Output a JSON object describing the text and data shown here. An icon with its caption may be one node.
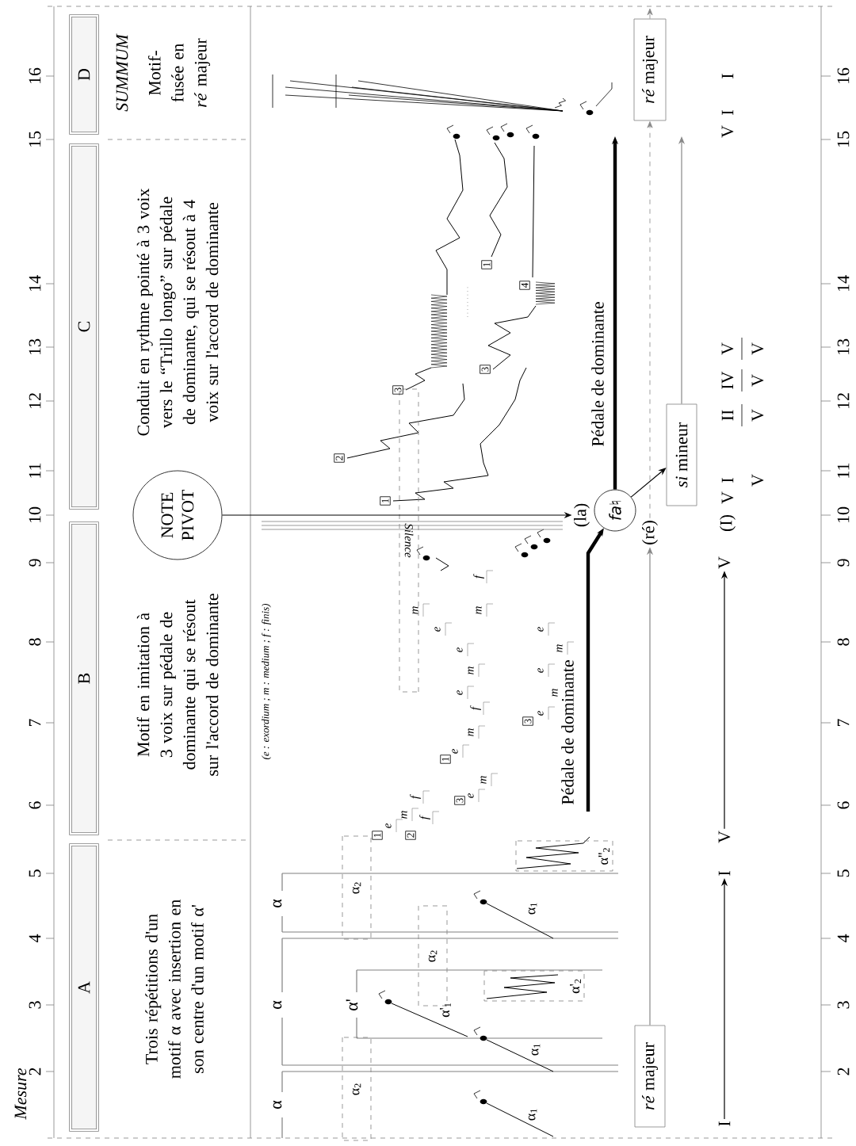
{
  "diagram": {
    "nodes": [
      {
        "text": [
          "A"
        ]
      },
      {
        "text": [
          "B"
        ]
      },
      {
        "text": [
          "C"
        ]
      },
      {
        "text": [
          "D"
        ]
      },
      {
        "text": [
          "NOTE PIVOT"
        ]
      },
      {
        "text": [
          "α$_{2}$"
        ]
      },
      {
        "text": [
          "α$_{2}$"
        ]
      },
      {
        "text": [
          "α'$_{2}$"
        ]
      },
      {
        "text": [
          "α$_{2}$"
        ]
      },
      {
        "text": [
          "α''$_{2}$"
        ]
      },
      {
        "text": [
          "1"
        ]
      },
      {
        "text": [
          "2"
        ]
      },
      {
        "text": [
          "3"
        ]
      },
      {
        "text": [
          "1"
        ]
      },
      {
        "text": [
          "3"
        ]
      },
      {
        "text": [
          "Silence"
        ]
      },
      {
        "text": [
          "1"
        ]
      },
      {
        "text": [
          "2"
        ]
      },
      {
        "text": [
          "3"
        ]
      },
      {
        "text": [
          "3"
        ]
      },
      {
        "text": [
          "1"
        ]
      },
      {
        "text": [
          "4"
        ]
      },
      {
        "text": [
          "(la)"
        ]
      },
      {
        "text": [
          "*fa*♮"
        ]
      },
      {
        "text": [
          "(ré)"
        ]
      },
      {
        "text": [
          "*ré* majeur"
        ]
      },
      {
        "text": [
          "*si* mineur"
        ]
      },
      {
        "text": [
          "*ré* majeur"
        ]
      },
      {
        "text": [
          "I"
        ]
      },
      {
        "text": [
          "I"
        ]
      },
      {
        "text": [
          "V"
        ]
      },
      {
        "text": [
          "V"
        ]
      }
    ],
    "edges": [
      {
        "from": 4,
        "to": 22,
        "arrow": "to"
      },
      {
        "from": null,
        "to": 23,
        "arrow": "to",
        "style": "thick",
        "label": "Pédale de dominante"
      },
      {
        "from": 23,
        "to": null,
        "arrow": "to",
        "style": "thick",
        "label": "Pédale de dominante"
      },
      {
        "from": 25,
        "to": 24,
        "arrow": "to",
        "color": "#888888"
      },
      {
        "from": 24,
        "to": 27,
        "arrow": "to",
        "style": "dashed",
        "color": "#888888"
      },
      {
        "from": 23,
        "to": 26,
        "arrow": "to"
      },
      {
        "from": 26,
        "to": null,
        "arrow": "to",
        "color": "#888888"
      },
      {
        "from": 27,
        "to": null,
        "arrow": "to",
        "style": "dashed",
        "color": "#888888"
      },
      {
        "from": 28,
        "to": 29,
        "arrow": "to"
      },
      {
        "from": 30,
        "to": 31,
        "arrow": "to"
      }
    ],
    "labels": [
      "Mesure",
      "2",
      "3",
      "4",
      "5",
      "6",
      "7",
      "8",
      "9",
      "10",
      "11",
      "12",
      "13",
      "14",
      "15",
      "16",
      "Trois répétitions d'un motif α avec insertion en son centre d'un motif α'",
      "Motif en imitation à 3 voix sur pédale de dominante qui se résout sur l'accord de dominante",
      "Conduit en rythme pointé à 3 voix vers le “Trillo longo” sur pédale de dominante, qui se résout à 4 voix sur l'accord de dominante",
      "SUMMUM",
      "Motif-fusée en *ré* majeur",
      "(e : exordium ; m : medium ; f : finis)",
      "α",
      "α",
      "α",
      "α'",
      "α$_{1}$",
      "α$_{1}$",
      "α'$_{1}$",
      "α$_{1}$",
      "e",
      "m",
      "f",
      "f",
      "e",
      "m",
      "e",
      "m",
      "f",
      "e",
      "m",
      "e",
      "e",
      "m",
      "e",
      "m",
      "e",
      "m",
      "e",
      "m",
      "f",
      "(I)",
      "V",
      "I",
      "V",
      "II",
      "V",
      "IV",
      "V",
      "V",
      "V",
      "V",
      "I",
      "I",
      "2",
      "3",
      "4",
      "5",
      "6",
      "7",
      "8",
      "9",
      "10",
      "11",
      "12",
      "13",
      "14",
      "15",
      "16"
    ]
  }
}
